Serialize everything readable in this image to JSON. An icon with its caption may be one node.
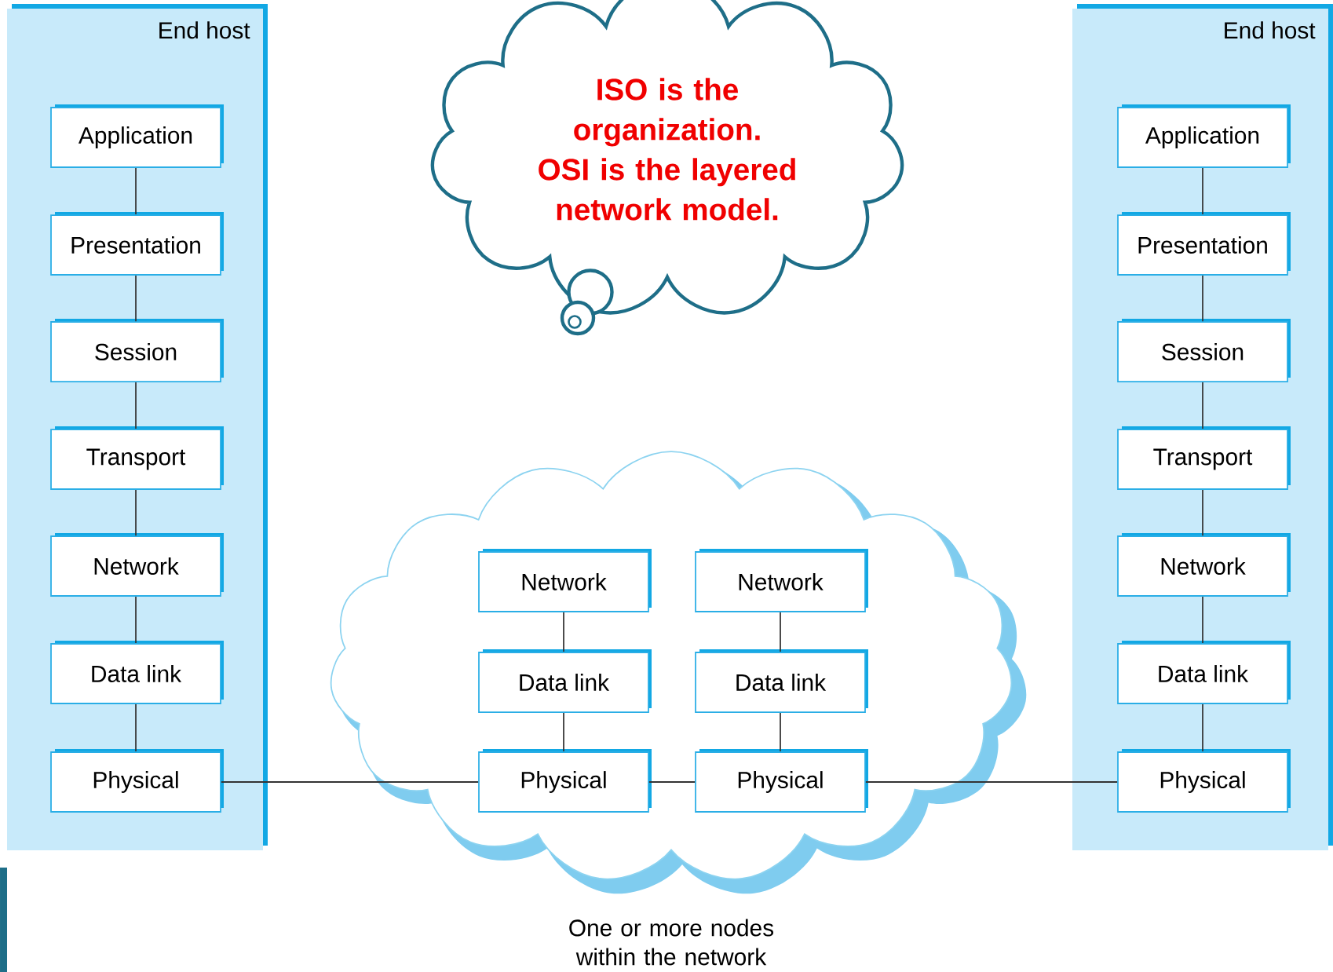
{
  "diagram": {
    "nodes": [
      {
        "text": [
          "End host"
        ]
      },
      {
        "text": [
          "Application"
        ],
        "in": 0
      },
      {
        "text": [
          "Presentation"
        ],
        "in": 0
      },
      {
        "text": [
          "Session"
        ],
        "in": 0
      },
      {
        "text": [
          "Transport"
        ],
        "in": 0
      },
      {
        "text": [
          "Network"
        ],
        "in": 0
      },
      {
        "text": [
          "Data link"
        ],
        "in": 0
      },
      {
        "text": [
          "Physical"
        ],
        "in": 0
      },
      {
        "text": [
          "ISO is the organization. OSI is the layered network model."
        ]
      },
      {
        "text": [
          "One or more nodes within the network"
        ]
      },
      {
        "text": [
          "Network"
        ],
        "in": 9
      },
      {
        "text": [
          "Data link"
        ],
        "in": 9
      },
      {
        "text": [
          "Physical"
        ],
        "in": 9
      },
      {
        "text": [
          "Network"
        ],
        "in": 9
      },
      {
        "text": [
          "Data link"
        ],
        "in": 9
      },
      {
        "text": [
          "Physical"
        ],
        "in": 9
      },
      {
        "text": [
          "End host"
        ]
      },
      {
        "text": [
          "Application"
        ],
        "in": 16
      },
      {
        "text": [
          "Presentation"
        ],
        "in": 16
      },
      {
        "text": [
          "Session"
        ],
        "in": 16
      },
      {
        "text": [
          "Transport"
        ],
        "in": 16
      },
      {
        "text": [
          "Network"
        ],
        "in": 16
      },
      {
        "text": [
          "Data link"
        ],
        "in": 16
      },
      {
        "text": [
          "Physical"
        ],
        "in": 16
      }
    ],
    "edges": [
      {
        "from": 1,
        "to": 2,
        "arrow": "none"
      },
      {
        "from": 2,
        "to": 3,
        "arrow": "none"
      },
      {
        "from": 3,
        "to": 4,
        "arrow": "none"
      },
      {
        "from": 4,
        "to": 5,
        "arrow": "none"
      },
      {
        "from": 5,
        "to": 6,
        "arrow": "none"
      },
      {
        "from": 6,
        "to": 7,
        "arrow": "none"
      },
      {
        "from": 10,
        "to": 11,
        "arrow": "none"
      },
      {
        "from": 11,
        "to": 12,
        "arrow": "none"
      },
      {
        "from": 13,
        "to": 14,
        "arrow": "none"
      },
      {
        "from": 14,
        "to": 15,
        "arrow": "none"
      },
      {
        "from": 17,
        "to": 18,
        "arrow": "none"
      },
      {
        "from": 18,
        "to": 19,
        "arrow": "none"
      },
      {
        "from": 19,
        "to": 20,
        "arrow": "none"
      },
      {
        "from": 20,
        "to": 21,
        "arrow": "none"
      },
      {
        "from": 21,
        "to": 22,
        "arrow": "none"
      },
      {
        "from": 22,
        "to": 23,
        "arrow": "none"
      },
      {
        "from": 7,
        "to": 12,
        "arrow": "none"
      },
      {
        "from": 12,
        "to": 15,
        "arrow": "none"
      },
      {
        "from": 15,
        "to": 23,
        "arrow": "none"
      }
    ]
  }
}
